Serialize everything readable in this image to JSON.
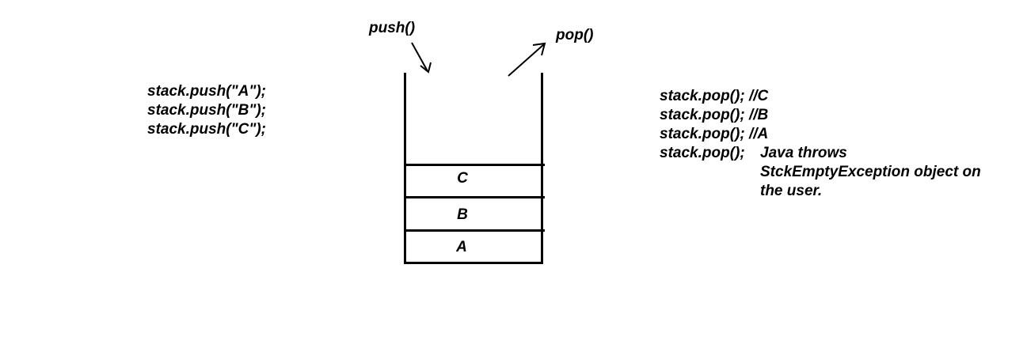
{
  "operations": {
    "push_label": "push()",
    "pop_label": "pop()"
  },
  "push_code": [
    "stack.push(\"A\");",
    "stack.push(\"B\");",
    "stack.push(\"C\");"
  ],
  "stack_cells": [
    "C",
    "B",
    "A"
  ],
  "pop_code": [
    "stack.pop(); //C",
    "stack.pop(); //B",
    "stack.pop(); //A",
    "stack.pop();"
  ],
  "exception_note": [
    "Java throws",
    "StckEmptyException object on",
    "the user."
  ]
}
